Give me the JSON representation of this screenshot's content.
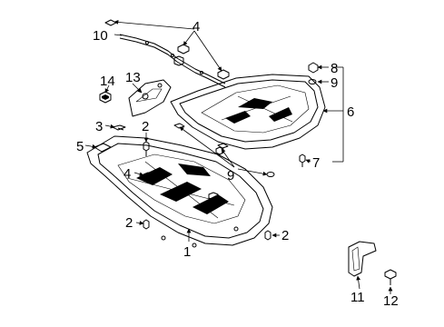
{
  "callouts": {
    "c1": "1",
    "c2a": "2",
    "c2b": "2",
    "c2c": "2",
    "c3": "3",
    "c4a": "4",
    "c4b": "4",
    "c5": "5",
    "c6": "6",
    "c7": "7",
    "c8": "8",
    "c9a": "9",
    "c9b": "9",
    "c10": "10",
    "c11": "11",
    "c12": "12",
    "c13": "13",
    "c14": "14"
  }
}
